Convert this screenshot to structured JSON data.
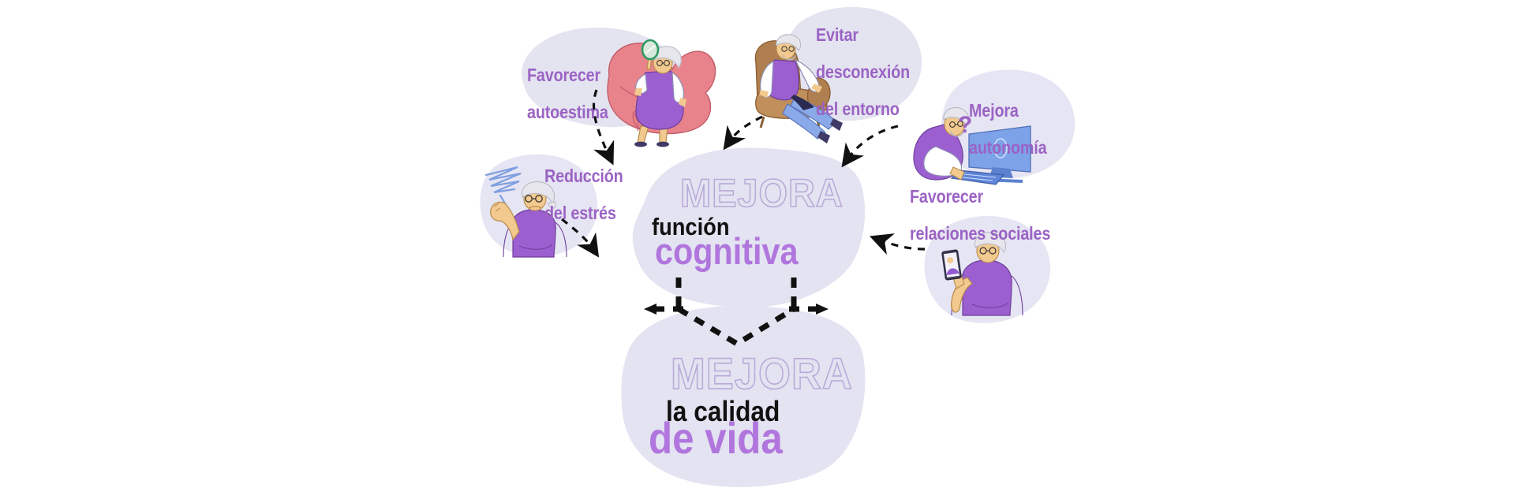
{
  "figure": {
    "title": "Mejora de la funcion cognitiva y la calidad de vida",
    "type": "diagram",
    "language": "es",
    "background_color": "#ffffff"
  },
  "palette": {
    "accent_purple": "#9b63c4",
    "bright_purple": "#b176dd",
    "outline_lilac": "#b9a9d8",
    "blob_lavender": "#e3e3f1",
    "blob_lavender_soft": "#e9e8f5",
    "black": "#111111",
    "skin": "#f2c98e",
    "hair_white": "#e8e8ec",
    "chair_pink": "#e8838c",
    "chair_brown": "#b07f4f",
    "screen_blue": "#7da2e8",
    "jeans_blue": "#8aa9e8",
    "mirror_green": "#2e9b62",
    "stress_blue": "#7f9fe0"
  },
  "benefits": [
    {
      "id": "autoestima",
      "line1": "Favorecer",
      "line2": "autoestima",
      "illustration": "woman-in-pink-chair-with-mirror",
      "arrow": "curved-dashed-arrow-down"
    },
    {
      "id": "desconexion",
      "line1": "Evitar",
      "line2": "desconexión",
      "line3": "del entorno",
      "illustration": "man-in-brown-armchair",
      "arrow": "curved-dashed-arrow-down-left"
    },
    {
      "id": "autonomia",
      "line1": "Mejora",
      "line2": "autonomía",
      "illustration": "man-at-desktop-computer",
      "arrow": "curved-dashed-arrow-left",
      "icon": "question-mark-icon"
    },
    {
      "id": "relaciones",
      "line1": "Favorecer",
      "line2": "relaciones sociales",
      "illustration": "woman-with-smartphone-video-call",
      "arrow": "curved-dashed-arrow-left"
    },
    {
      "id": "estres",
      "line1": "Reducción",
      "line2": "del estrés",
      "illustration": "stressed-woman-with-scribble",
      "arrow": "curved-dashed-arrow-right-down"
    }
  ],
  "center": {
    "mejora": "MEJORA",
    "line2": "función",
    "line3": "cognitiva"
  },
  "bottom": {
    "mejora": "MEJORA",
    "line2_small": "la",
    "line2_big": "calidad",
    "line3": "de vida"
  },
  "connector": {
    "type": "large-dashed-down-arrow",
    "style": "dashed",
    "color": "#111111"
  }
}
